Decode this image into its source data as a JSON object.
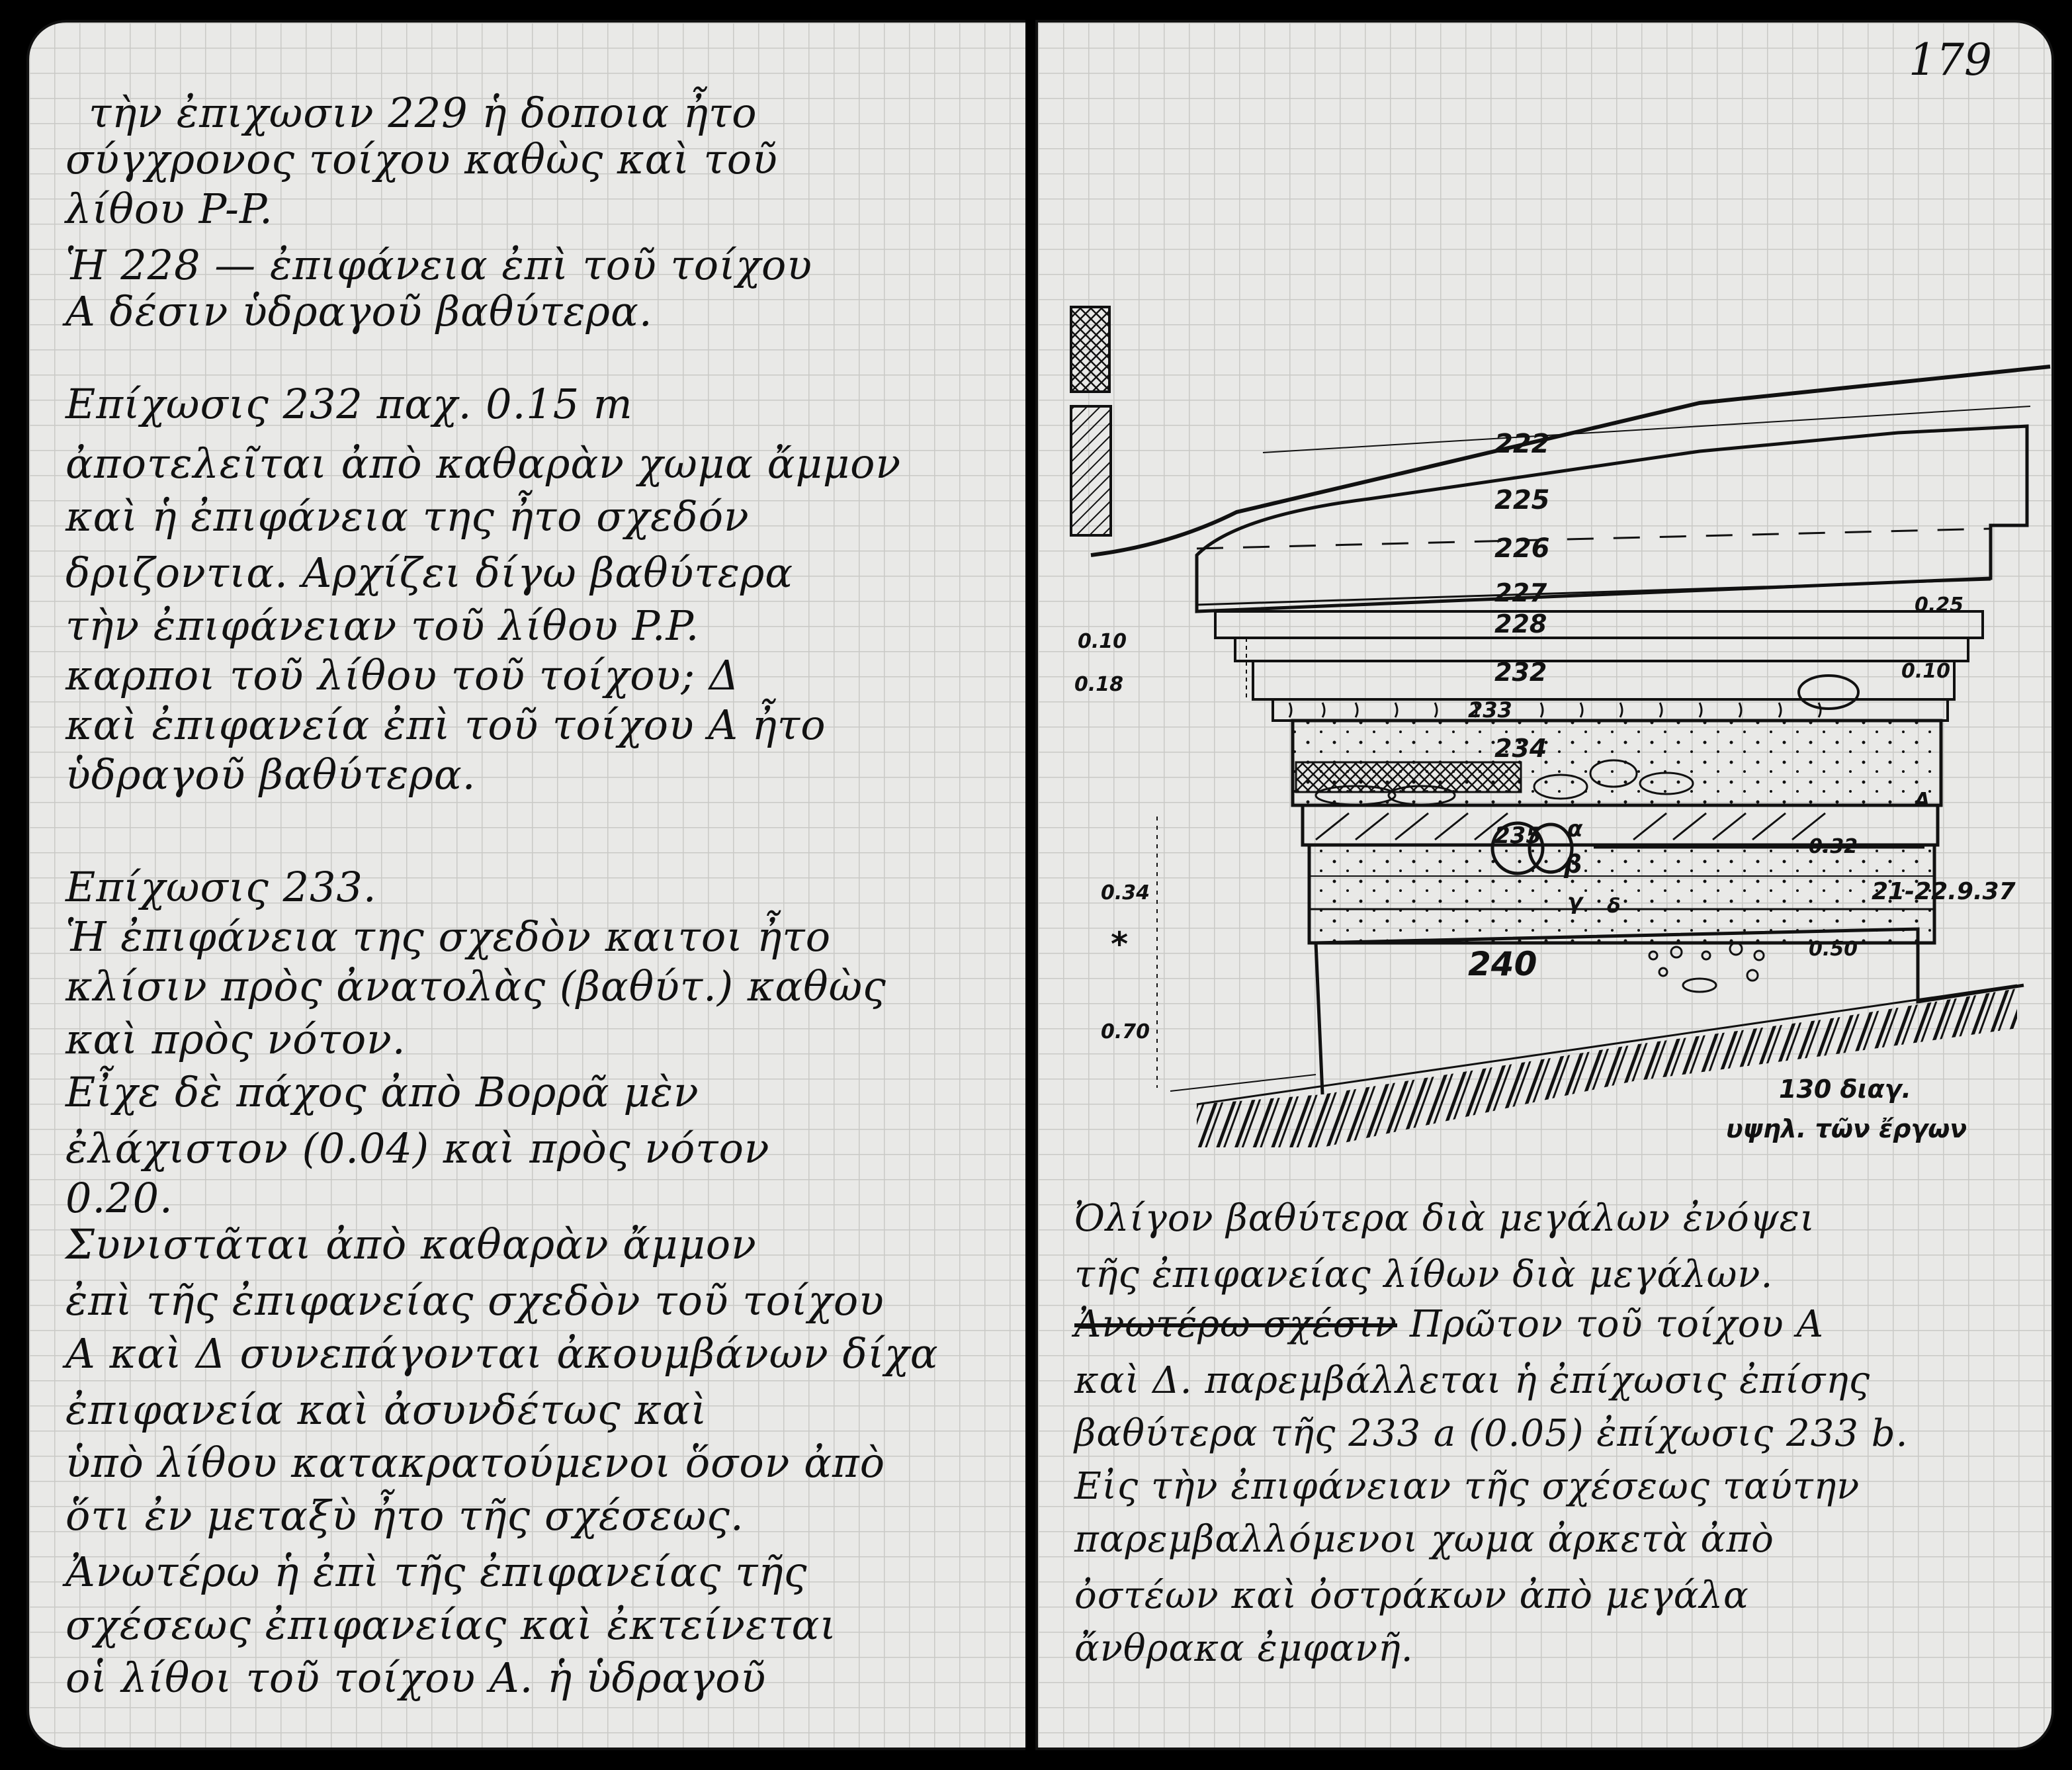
{
  "left_page": {
    "lines": [
      "τὴν ἐπιχωσιν 229 ἡ δοποια ἦτο",
      "σύγχρονος τοίχου καθὼς καὶ τοῦ",
      "λίθου P-P.",
      "Ἡ 228 — ἐπιφάνεια ἐπὶ τοῦ τοίχου",
      "A δέσιν ὑδραγοῦ βαθύτερα.",
      "Επίχωσις 232   παχ. 0.15 m",
      "ἀποτελεῖται ἀπὸ καθαρὰν χωμα ἄμμον",
      "καὶ ἡ ἐπιφάνεια της ἦτο σχεδόν",
      "δριζοντια. Αρχίζει δίγω βαθύτερα",
      "τὴν ἐπιφάνειαν τοῦ λίθου P.P.",
      "καρποι τοῦ λίθου τοῦ τοίχου; Δ",
      "καὶ ἐπιφανεία ἐπὶ τοῦ τοίχου A ἦτο",
      "ὑδραγοῦ βαθύτερα.",
      "Επίχωσις 233.",
      "Ἡ ἐπιφάνεια της σχεδὸν καιτοι ἦτο",
      "κλίσιν πρὸς ἀνατολὰς (βαθύτ.) καθὼς",
      "καὶ πρὸς νότον.",
      "Εἶχε δὲ πάχος ἀπὸ Βορρᾶ μὲν",
      "ἐλάχιστον (0.04) καὶ πρὸς νότον",
      "0.20.",
      "Συνιστᾶται ἀπὸ καθαρὰν ἄμμον",
      "ἐπὶ τῆς ἐπιφανείας σχεδὸν τοῦ τοίχου",
      "A καὶ Δ συνεπάγονται ἀκουμβάνων δίχα",
      "ἐπιφανεία καὶ ἀσυνδέτως καὶ",
      "ὑπὸ λίθου κατακρατούμενοι ὅσον ἀπὸ",
      "ὅτι ἐν μεταξὺ ἦτο τῆς σχέσεως.",
      "Ἀνωτέρω ἡ ἐπὶ τῆς ἐπιφανείας τῆς",
      "σχέσεως ἐπιφανείας καὶ ἐκτείνεται",
      "οἱ λίθοι τοῦ τοίχου A. ἡ ὑδραγοῦ"
    ]
  },
  "right_page": {
    "page_number": "179",
    "notes": [
      "Ὀλίγον βαθύτερα διὰ μεγάλων ἐνόψει",
      "τῆς ἐπιφανείας λίθων διὰ μεγάλων.",
      "Ἀνωτέρω σχέσιν  Πρῶτον τοῦ τοίχου A",
      "καὶ Δ. παρεμβάλλεται ἡ ἐπίχωσις ἐπίσης",
      "βαθύτερα τῆς 233 a (0.05) ἐπίχωσις 233 b.",
      "Εἰς τὴν ἐπιφάνειαν τῆς σχέσεως ταύτην",
      "παρεμβαλλόμενοι χωμα ἀρκετὰ ἀπὸ",
      "ὀστέων καὶ ὀστράκων ἀπὸ μεγάλα",
      "ἄνθρακα ἐμφανῆ."
    ],
    "struck_phrase": "Ἀνωτέρω σχέσιν",
    "drawing": {
      "layers": [
        "222",
        "225",
        "226",
        "227",
        "228",
        "232",
        "233",
        "234",
        "235",
        "240"
      ],
      "letters": [
        "α",
        "β",
        "γ",
        "δ"
      ],
      "dims_left": [
        "0.10",
        "0.18",
        "0.34",
        "0.70"
      ],
      "dims_right": [
        "0.25",
        "0.10",
        "0.32",
        "0.50"
      ],
      "wall_label": "A",
      "date": "21-22.9.37",
      "star": "*",
      "caption_1": "130 διαγ.",
      "caption_2": "υψηλ. τῶν ἔργων"
    }
  }
}
